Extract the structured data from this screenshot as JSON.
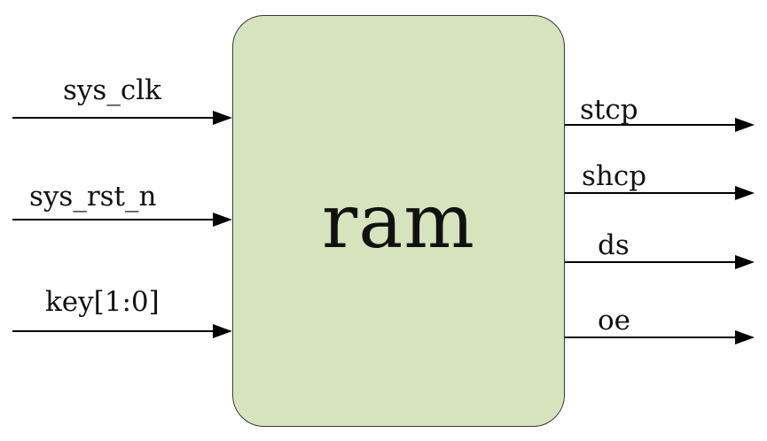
{
  "module": {
    "name": "ram"
  },
  "inputs": [
    {
      "label": "sys_clk"
    },
    {
      "label": "sys_rst_n"
    },
    {
      "label": "key[1:0]"
    }
  ],
  "outputs": [
    {
      "label": "stcp"
    },
    {
      "label": "shcp"
    },
    {
      "label": "ds"
    },
    {
      "label": "oe"
    }
  ],
  "colors": {
    "block_fill": "#d6e3bd",
    "line": "#000000"
  }
}
